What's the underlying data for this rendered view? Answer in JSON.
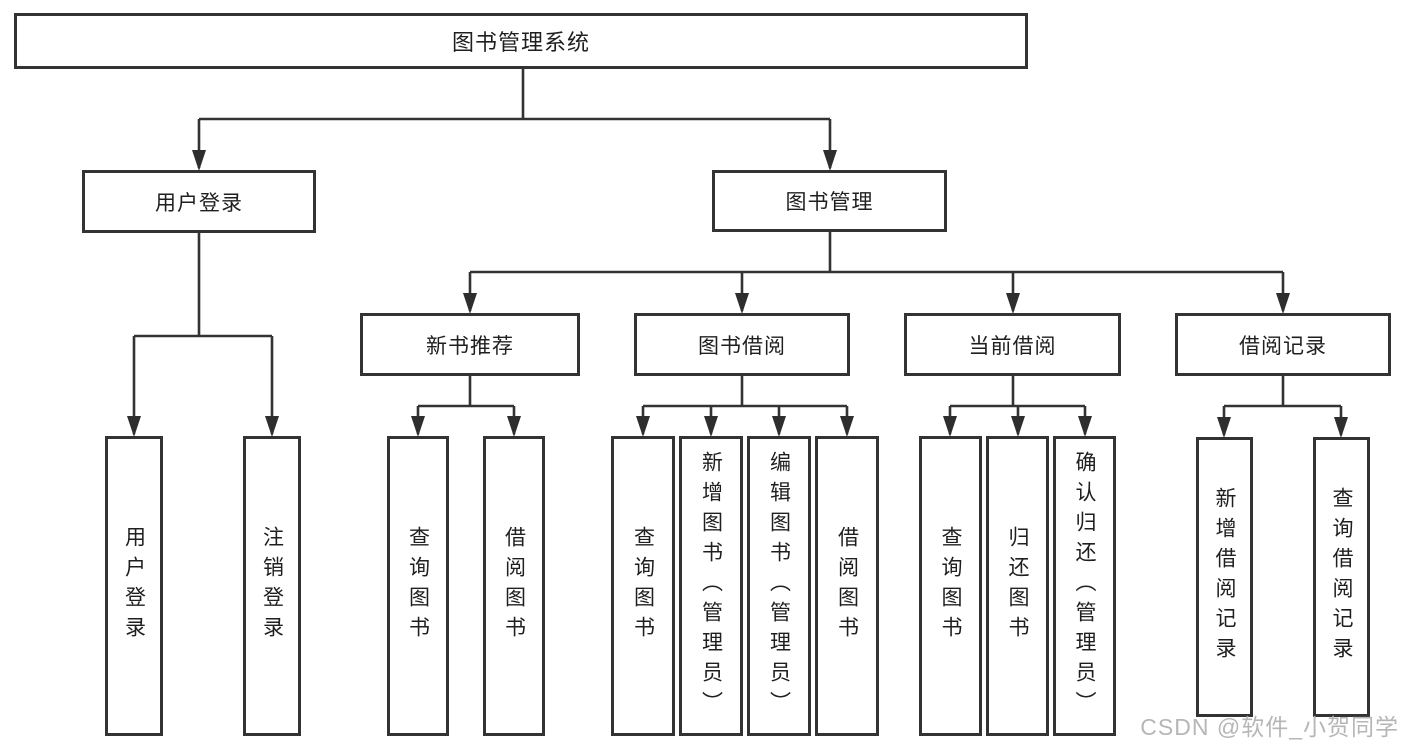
{
  "diagram": {
    "title": "图书管理系统",
    "nodes": {
      "root": "图书管理系统",
      "level2": [
        "用户登录",
        "图书管理"
      ],
      "level3": [
        "新书推荐",
        "图书借阅",
        "当前借阅",
        "借阅记录"
      ],
      "leaves_user_login": [
        "用户登录",
        "注销登录"
      ],
      "leaves_new_book": [
        "查询图书",
        "借阅图书"
      ],
      "leaves_book_borrow": [
        "查询图书",
        "新增图书（管理员）",
        "编辑图书（管理员）",
        "借阅图书"
      ],
      "leaves_current_borrow": [
        "查询图书",
        "归还图书",
        "确认归还（管理员）"
      ],
      "leaves_borrow_records": [
        "新增借阅记录",
        "查询借阅记录"
      ]
    },
    "colors": {
      "line": "#333333",
      "arrow": "#2e2e2e",
      "text": "#1f1f1f",
      "box_background": "#ffffff",
      "watermark": "#b2b2b2"
    }
  },
  "watermark": "CSDN @软件_小贺同学"
}
